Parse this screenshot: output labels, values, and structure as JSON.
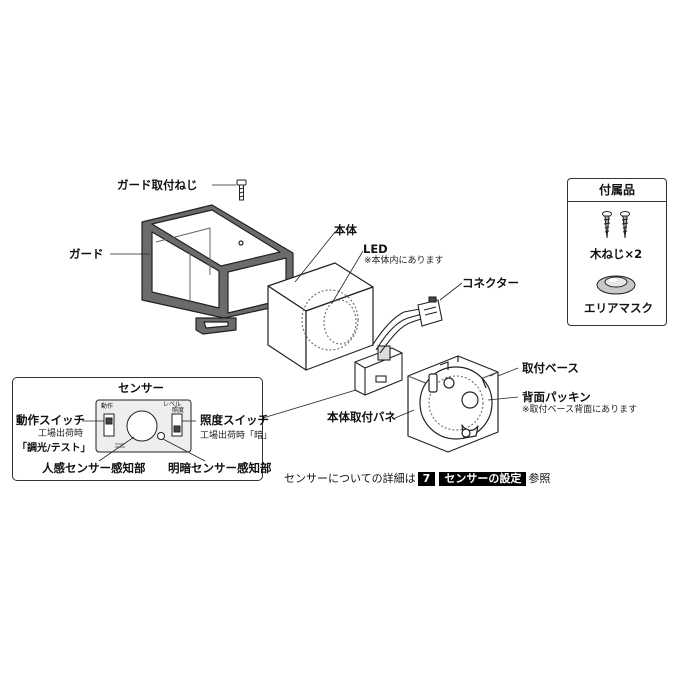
{
  "labels": {
    "guard_screw": "ガード取付ねじ",
    "guard": "ガード",
    "body": "本体",
    "led": "LED",
    "led_note": "※本体内にあります",
    "connector": "コネクター",
    "mount_base": "取付ベース",
    "back_packing": "背面パッキン",
    "back_packing_note": "※取付ベース背面にあります",
    "body_spring": "本体取付バネ"
  },
  "accessories": {
    "title": "付属品",
    "wood_screw": "木ねじ×2",
    "area_mask": "エリアマスク"
  },
  "sensor": {
    "title": "センサー",
    "operation_switch": "動作スイッチ",
    "operation_factory_line": "工場出荷時",
    "operation_default": "「調光/テスト」",
    "illum_switch": "照度スイッチ",
    "illum_factory_line": "工場出荷時「暗」",
    "motion_sensor": "人感センサー感知部",
    "light_sensor": "明暗センサー感知部",
    "panel_small_1": "動作",
    "panel_small_2": "レベル",
    "panel_small_3": "照度"
  },
  "reference": {
    "prefix": "センサーについての詳細は",
    "number": "7",
    "section": "センサーの設定",
    "suffix": "参照"
  }
}
